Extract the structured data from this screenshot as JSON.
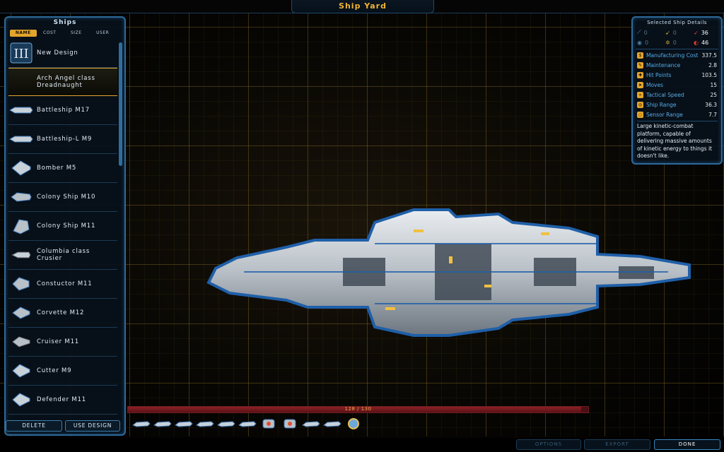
{
  "window": {
    "title": "Ship Yard"
  },
  "ships_panel": {
    "title": "Ships",
    "sort_tabs": [
      {
        "label": "NAME",
        "active": true
      },
      {
        "label": "COST",
        "active": false
      },
      {
        "label": "SIZE",
        "active": false
      },
      {
        "label": "USER",
        "active": false
      }
    ],
    "items": [
      {
        "name": "New Design",
        "icon": "new-design-icon"
      },
      {
        "name": "Arch Angel class Dreadnaught",
        "icon": "none",
        "selected": true
      },
      {
        "name": "Battleship M17",
        "icon": "ship-icon"
      },
      {
        "name": "Battleship-L M9",
        "icon": "ship-icon"
      },
      {
        "name": "Bomber M5",
        "icon": "ship-icon"
      },
      {
        "name": "Colony Ship M10",
        "icon": "ship-icon"
      },
      {
        "name": "Colony Ship M11",
        "icon": "ship-icon"
      },
      {
        "name": "Columbia class Crusier",
        "icon": "ship-icon"
      },
      {
        "name": "Constuctor M11",
        "icon": "ship-icon"
      },
      {
        "name": "Corvette M12",
        "icon": "ship-icon"
      },
      {
        "name": "Cruiser M11",
        "icon": "ship-icon"
      },
      {
        "name": "Cutter M9",
        "icon": "ship-icon"
      },
      {
        "name": "Defender M11",
        "icon": "ship-icon"
      }
    ],
    "delete_label": "Delete",
    "use_design_label": "Use Design"
  },
  "details": {
    "title": "Selected Ship Details",
    "weapons": {
      "beam": "0",
      "missile": "0",
      "kinetic": "36"
    },
    "defenses": {
      "shield": "0",
      "point_defense": "0",
      "armor": "46"
    },
    "stats": [
      {
        "label": "Manufacturing Cost",
        "value": "337.5"
      },
      {
        "label": "Maintenance",
        "value": "2.8"
      },
      {
        "label": "Hit Points",
        "value": "103.5"
      },
      {
        "label": "Moves",
        "value": "15"
      },
      {
        "label": "Tactical Speed",
        "value": "25"
      },
      {
        "label": "Ship Range",
        "value": "36.3"
      },
      {
        "label": "Sensor Range",
        "value": "7.7"
      }
    ],
    "description": "Large kinetic-combat platform, capable of delivering massive amounts of kinetic energy to things it doesn't like."
  },
  "capacity": {
    "text": "128 / 130",
    "used": 128,
    "max": 130
  },
  "hulls": [
    "hull-1",
    "hull-2",
    "hull-3",
    "hull-4",
    "hull-5",
    "hull-6",
    "hull-7",
    "hull-8",
    "hull-9",
    "hull-10",
    "hull-11"
  ],
  "bottom": {
    "options": "Options",
    "export": "Export",
    "done": "Done"
  },
  "colors": {
    "accent": "#e3a52b",
    "panel_border": "#2d6a9a",
    "label_blue": "#55aee8",
    "kinetic_red": "#e23a2a"
  }
}
